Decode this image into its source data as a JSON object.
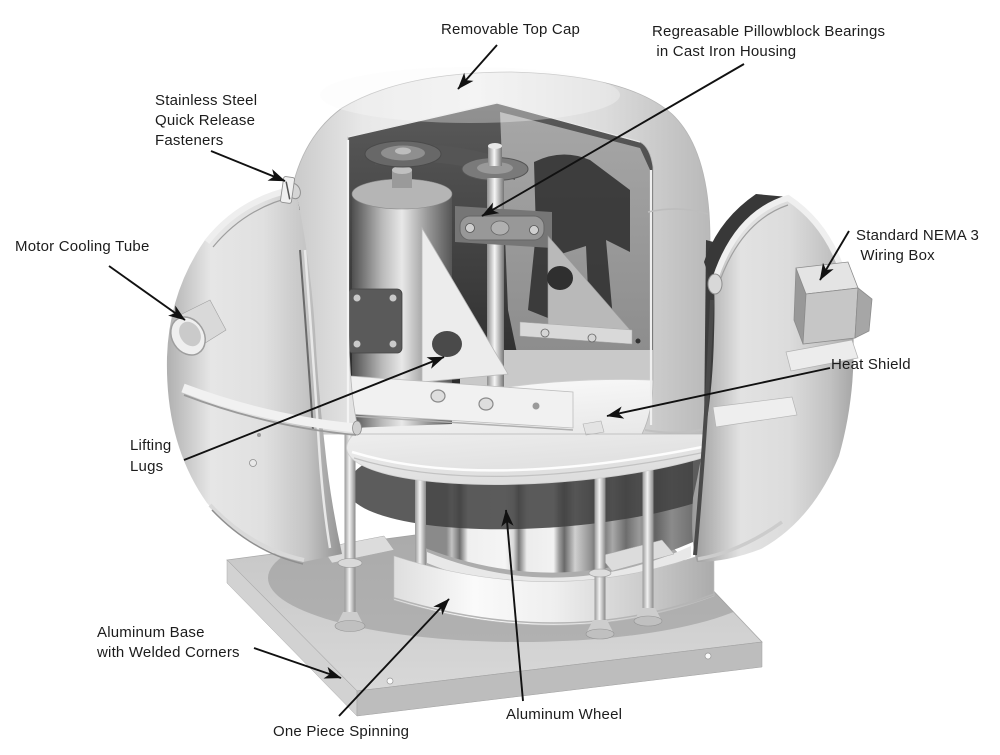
{
  "figure": {
    "type": "technical-diagram",
    "subject": "Centrifugal roof exhaust fan cutaway",
    "colors": {
      "background": "#ffffff",
      "label_text": "#1c1c1c",
      "leader_line": "#111111",
      "body_light": "#ececec",
      "body_mid": "#c9c9c9",
      "shadow_dark": "#2c2c2c"
    },
    "callouts": {
      "top_cap": {
        "label": "Removable Top Cap"
      },
      "bearings": {
        "label": "Regreasable Pillowblock Bearings\n in Cast Iron Housing"
      },
      "fasteners": {
        "label": "Stainless Steel\nQuick Release\nFasteners"
      },
      "cooling_tube": {
        "label": "Motor Cooling Tube"
      },
      "wiring_box": {
        "label": "Standard NEMA 3\n Wiring Box"
      },
      "heat_shield": {
        "label": "Heat Shield"
      },
      "lifting_lugs": {
        "label": "Lifting\nLugs"
      },
      "base": {
        "label": "Aluminum Base\nwith Welded Corners"
      },
      "spinning": {
        "label": "One Piece Spinning"
      },
      "wheel": {
        "label": "Aluminum Wheel"
      }
    }
  }
}
